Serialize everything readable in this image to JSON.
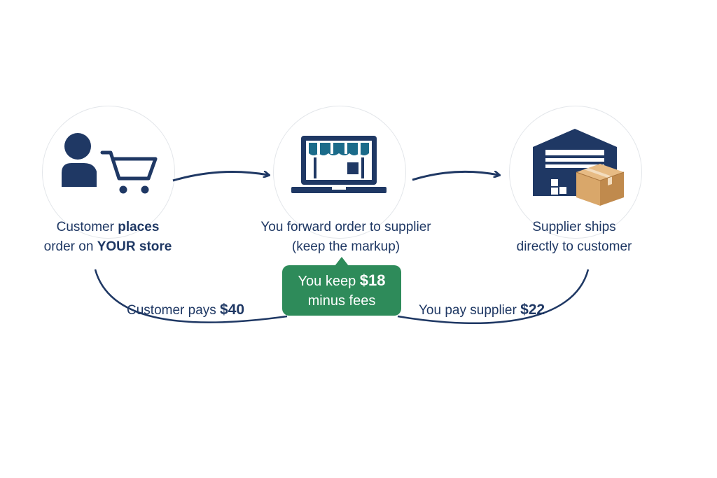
{
  "steps": [
    {
      "line1_plain": "Customer ",
      "line1_bold": "places",
      "line2_plain": "order on ",
      "line2_bold": "YOUR store",
      "icon": "customer-cart-icon"
    },
    {
      "line1": "You forward order to supplier",
      "line2": "(keep the markup)",
      "icon": "laptop-storefront-icon"
    },
    {
      "line1": "Supplier ships",
      "line2": "directly to customer",
      "icon": "warehouse-box-icon"
    }
  ],
  "flows": {
    "customer_payment": {
      "text": "Customer pays ",
      "amount": "$40"
    },
    "supplier_payment": {
      "text": "You pay supplier ",
      "amount": "$22"
    }
  },
  "profit_callout": {
    "line1_text": "You keep ",
    "line1_amount": "$18",
    "line2": "minus fees"
  },
  "colors": {
    "navy": "#1f3864",
    "green": "#2e8b5a",
    "teal_awning": "#1b6b8a",
    "box_tan": "#d9a76a",
    "circle_border": "#e3e6ea"
  }
}
